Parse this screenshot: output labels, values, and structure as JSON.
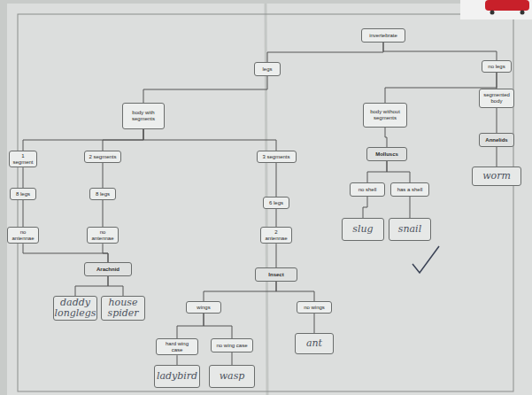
{
  "diagram": {
    "nodes": [
      {
        "text": [
          "invertebrate"
        ]
      },
      {
        "text": [
          "legs"
        ]
      },
      {
        "text": [
          "no legs"
        ]
      },
      {
        "text": [
          "body with segments"
        ]
      },
      {
        "text": [
          "body without segments"
        ]
      },
      {
        "text": [
          "segmented body"
        ]
      },
      {
        "text": [
          "1 segment"
        ]
      },
      {
        "text": [
          "2 segments"
        ]
      },
      {
        "text": [
          "3 segments"
        ]
      },
      {
        "text": [
          "Molluscs"
        ]
      },
      {
        "text": [
          "Annelids"
        ]
      },
      {
        "text": [
          "8 legs"
        ]
      },
      {
        "text": [
          "8 legs"
        ]
      },
      {
        "text": [
          "6 legs"
        ]
      },
      {
        "text": [
          "no shell"
        ]
      },
      {
        "text": [
          "has a shell"
        ]
      },
      {
        "text": [
          "worm"
        ]
      },
      {
        "text": [
          "no antennae"
        ]
      },
      {
        "text": [
          "no antennae"
        ]
      },
      {
        "text": [
          "2 antennae"
        ]
      },
      {
        "text": [
          "slug"
        ]
      },
      {
        "text": [
          "snail"
        ]
      },
      {
        "text": [
          "Arachnid"
        ]
      },
      {
        "text": [
          "Insect"
        ]
      },
      {
        "text": [
          "daddy longlegs"
        ]
      },
      {
        "text": [
          "house spider"
        ]
      },
      {
        "text": [
          "wings"
        ]
      },
      {
        "text": [
          "no wings"
        ]
      },
      {
        "text": [
          "hard wing case"
        ]
      },
      {
        "text": [
          "no wing case"
        ]
      },
      {
        "text": [
          "ant"
        ]
      },
      {
        "text": [
          "ladybird"
        ]
      },
      {
        "text": [
          "wasp"
        ]
      }
    ],
    "edges": [
      {
        "from": 0,
        "to": 1,
        "arrow": "none"
      },
      {
        "from": 0,
        "to": 2,
        "arrow": "none"
      },
      {
        "from": 1,
        "to": 3,
        "arrow": "none"
      },
      {
        "from": 2,
        "to": 4,
        "arrow": "none"
      },
      {
        "from": 2,
        "to": 5,
        "arrow": "none"
      },
      {
        "from": 3,
        "to": 6,
        "arrow": "none"
      },
      {
        "from": 3,
        "to": 7,
        "arrow": "none"
      },
      {
        "from": 3,
        "to": 8,
        "arrow": "none"
      },
      {
        "from": 4,
        "to": 9,
        "arrow": "none"
      },
      {
        "from": 5,
        "to": 10,
        "arrow": "none"
      },
      {
        "from": 6,
        "to": 11,
        "arrow": "none"
      },
      {
        "from": 7,
        "to": 12,
        "arrow": "none"
      },
      {
        "from": 8,
        "to": 13,
        "arrow": "none"
      },
      {
        "from": 9,
        "to": 14,
        "arrow": "none"
      },
      {
        "from": 9,
        "to": 15,
        "arrow": "none"
      },
      {
        "from": 10,
        "to": 16,
        "arrow": "none"
      },
      {
        "from": 11,
        "to": 17,
        "arrow": "none"
      },
      {
        "from": 12,
        "to": 18,
        "arrow": "none"
      },
      {
        "from": 13,
        "to": 19,
        "arrow": "none"
      },
      {
        "from": 14,
        "to": 20,
        "arrow": "none"
      },
      {
        "from": 15,
        "to": 21,
        "arrow": "none"
      },
      {
        "from": 17,
        "to": 22,
        "arrow": "none"
      },
      {
        "from": 18,
        "to": 22,
        "arrow": "none"
      },
      {
        "from": 19,
        "to": 23,
        "arrow": "none"
      },
      {
        "from": 22,
        "to": 24,
        "arrow": "none"
      },
      {
        "from": 22,
        "to": 25,
        "arrow": "none"
      },
      {
        "from": 23,
        "to": 26,
        "arrow": "none"
      },
      {
        "from": 23,
        "to": 27,
        "arrow": "none"
      },
      {
        "from": 26,
        "to": 28,
        "arrow": "none"
      },
      {
        "from": 26,
        "to": 29,
        "arrow": "none"
      },
      {
        "from": 27,
        "to": 30,
        "arrow": "none"
      },
      {
        "from": 28,
        "to": 31,
        "arrow": "none"
      },
      {
        "from": 29,
        "to": 32,
        "arrow": "none"
      }
    ]
  }
}
